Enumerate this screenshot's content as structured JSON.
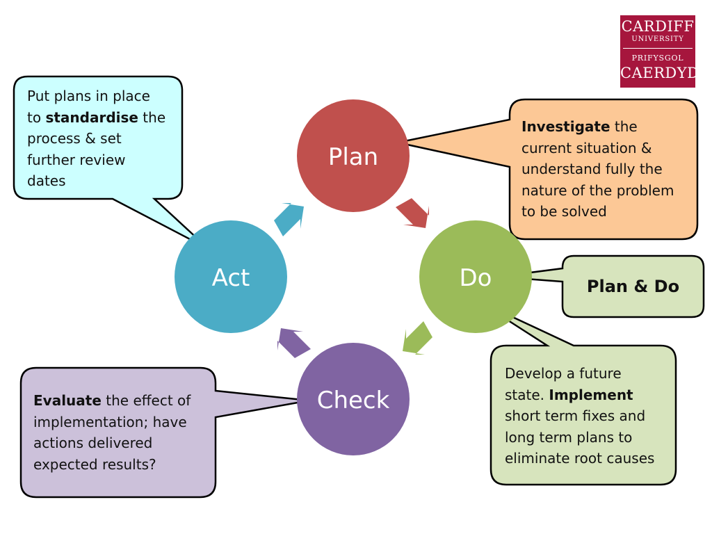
{
  "cycle": {
    "plan": "Plan",
    "do": "Do",
    "check": "Check",
    "act": "Act"
  },
  "callouts": {
    "act": {
      "line1": "Put plans in place",
      "line2_pre": "to ",
      "line2_bold": "standardise",
      "line2_post": " the",
      "line3": "process & set",
      "line4": "further review",
      "line5": "dates"
    },
    "plan": {
      "line1_bold": "Investigate",
      "line1_post": " the",
      "line2": "current situation &",
      "line3": "understand fully the",
      "line4": "nature of the problem",
      "line5": "to be solved"
    },
    "do_label": "Plan & Do",
    "do": {
      "line1": "Develop a future",
      "line2_pre": "state. ",
      "line2_bold": "Implement",
      "line3": "short term fixes and",
      "line4": "long term plans  to",
      "line5": "eliminate root causes"
    },
    "check": {
      "line1_bold": "Evaluate",
      "line1_post": " the effect of",
      "line2": "implementation; have",
      "line3": "actions delivered",
      "line4": "expected results?"
    }
  },
  "logo": {
    "line1": "CARDIFF",
    "line2": "UNIVERSITY",
    "line3": "PRIFYSGOL",
    "line4": "CAERDYDD"
  },
  "colors": {
    "plan": "#c0504d",
    "do": "#9bbb59",
    "check": "#8064a2",
    "act": "#4bacc6",
    "act_bubble": "#ccffff",
    "plan_bubble": "#fcc896",
    "do_bubble": "#d7e4bd",
    "check_bubble": "#ccc1da",
    "logo": "#a6163d"
  }
}
